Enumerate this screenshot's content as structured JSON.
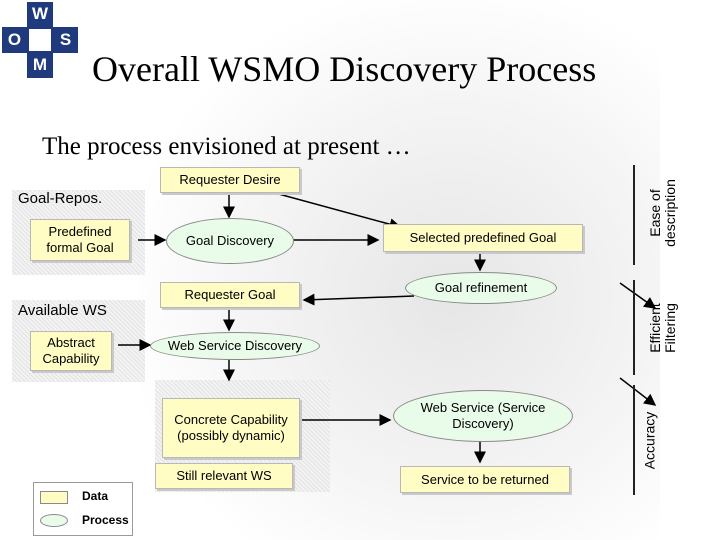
{
  "title": "Overall WSMO Discovery Process",
  "subtitle": "The process envisioned at present …",
  "logo": {
    "letters": [
      "W",
      "S",
      "M",
      "O"
    ]
  },
  "regions": {
    "goal_repos": "Goal-Repos.",
    "available_ws": "Available WS"
  },
  "data_nodes": {
    "requester_desire": "Requester Desire",
    "predefined_formal_goal": "Predefined formal Goal",
    "selected_predefined_goal": "Selected predefined Goal",
    "requester_goal": "Requester Goal",
    "abstract_capability": "Abstract Capability",
    "concrete_capability": "Concrete Capability (possibly dynamic)",
    "still_relevant_ws": "Still relevant WS",
    "service_to_be_returned": "Service to be returned"
  },
  "process_nodes": {
    "goal_discovery": "Goal Discovery",
    "goal_refinement": "Goal refinement",
    "web_service_discovery": "Web Service Discovery",
    "web_service_service_discovery": "Web Service (Service Discovery)"
  },
  "side_labels": {
    "ease_of_description": "Ease of description",
    "efficient_filtering": "Efficient Filtering",
    "accuracy": "Accuracy"
  },
  "legend": {
    "data": "Data",
    "process": "Process"
  },
  "colors": {
    "data_fill": "#fffcc4",
    "process_fill": "#e9fbe9",
    "logo_blue": "#1f3a7d"
  }
}
